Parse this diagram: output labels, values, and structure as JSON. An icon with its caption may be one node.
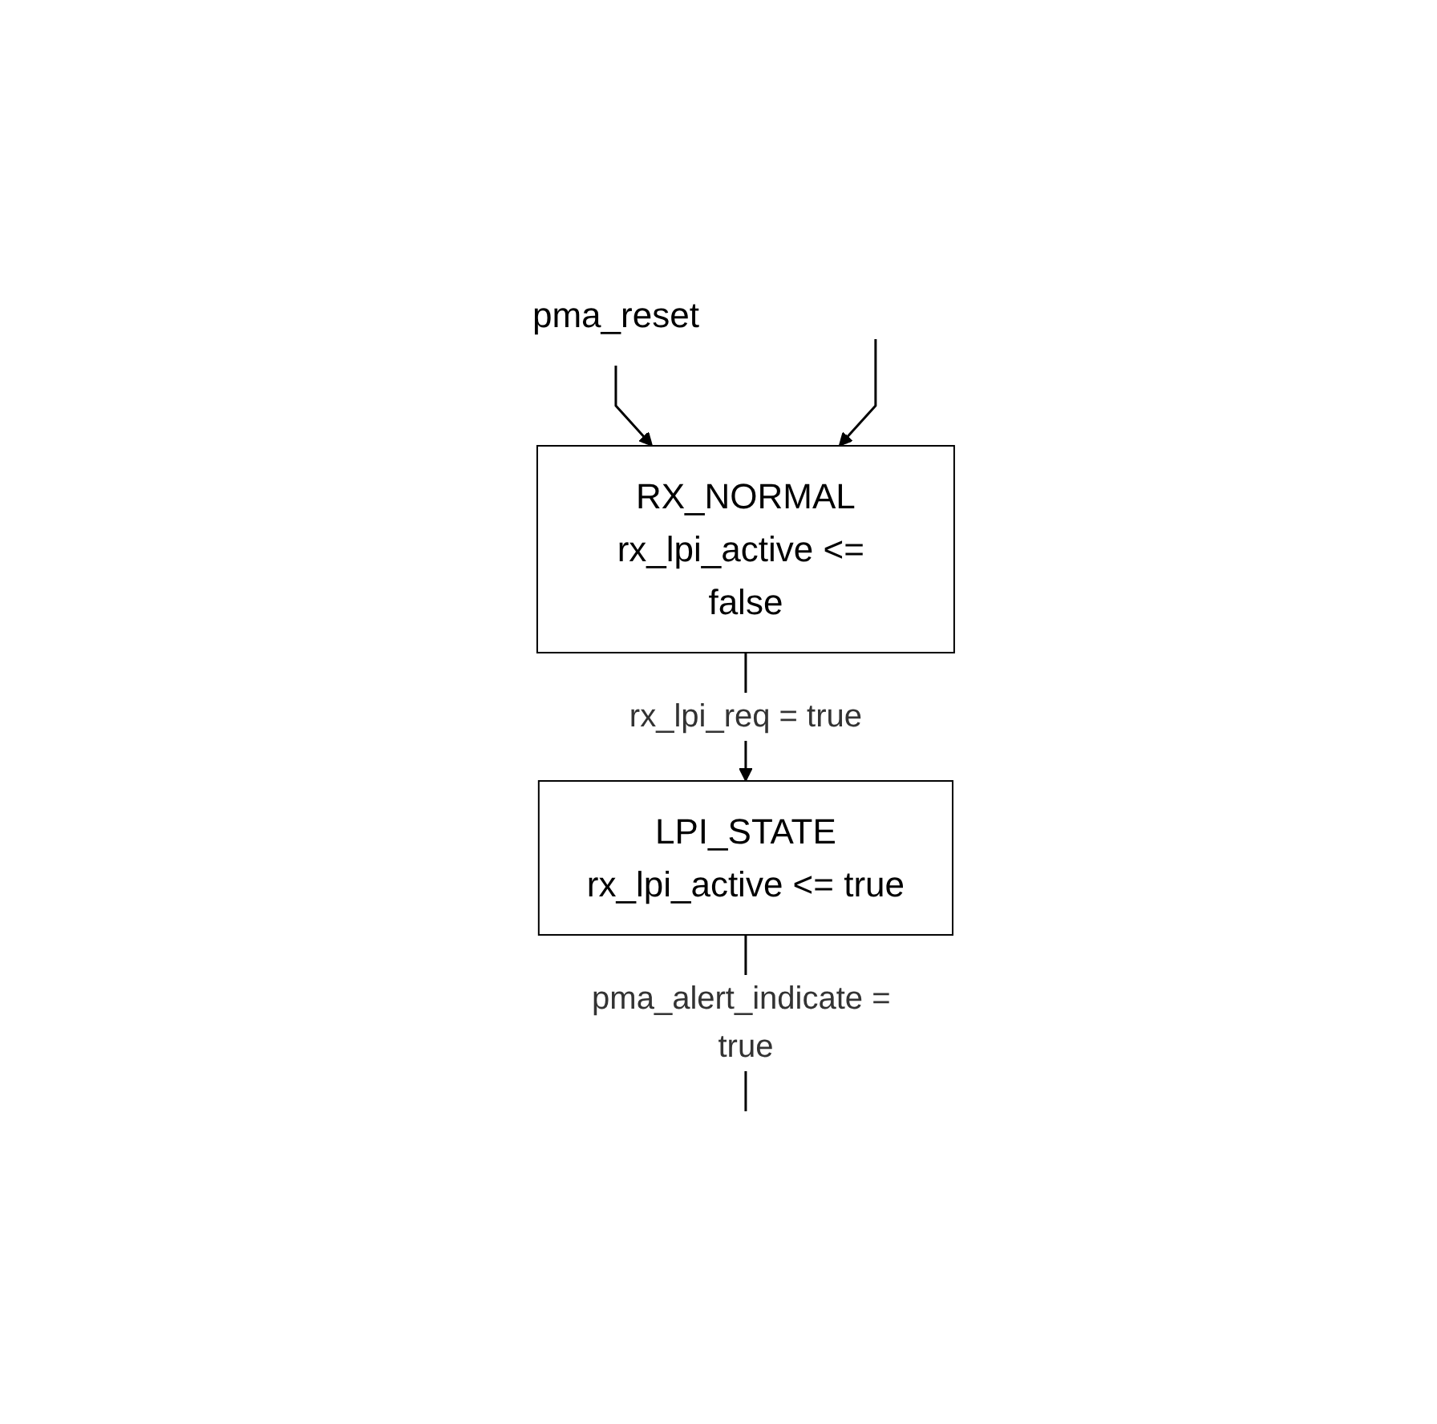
{
  "diagram": {
    "nodes": [
      {
        "text": [
          "pma_reset"
        ]
      },
      {
        "text": [
          "RX_NORMAL",
          "rx_lpi_active <= false"
        ]
      },
      {
        "text": [
          "LPI_STATE",
          "rx_lpi_active <= true"
        ]
      }
    ],
    "edges": [
      {
        "from": 0,
        "to": 1,
        "arrow": "to"
      },
      {
        "from": null,
        "to": 1,
        "arrow": "to"
      },
      {
        "from": 1,
        "to": 2,
        "label": "rx_lpi_req = true",
        "arrow": "to"
      },
      {
        "from": 2,
        "to": null,
        "label": "pma_alert_indicate = true",
        "arrow": "none"
      }
    ]
  }
}
